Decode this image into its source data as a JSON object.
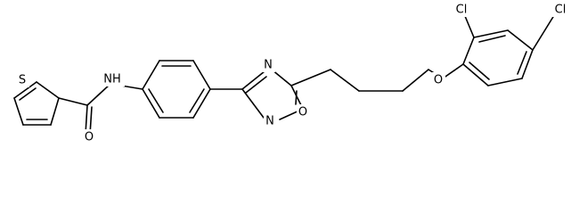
{
  "molecule": {
    "atoms": {
      "S": "S",
      "O_carbonyl": "O",
      "NH": "NH",
      "N_oxadiazole_top": "N",
      "N_oxadiazole_bottom": "N",
      "O_oxadiazole": "O",
      "O_ether": "O",
      "Cl_ortho": "Cl",
      "Cl_para": "Cl"
    },
    "colors": {
      "bond": "#000000",
      "label": "#000000",
      "background": "#ffffff"
    }
  }
}
